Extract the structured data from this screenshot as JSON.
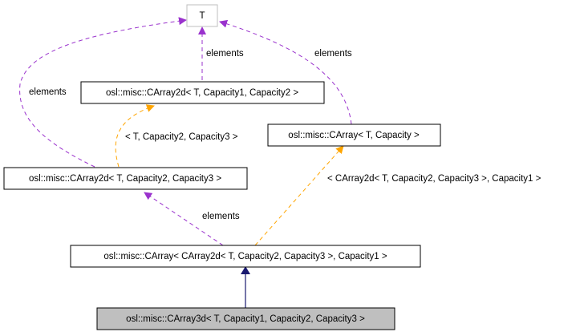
{
  "colors": {
    "purple_edge": "#9a32cd",
    "orange_edge": "#ffa500",
    "navy_edge": "#191970",
    "node_border": "#000000",
    "template_node_border": "#bfbfbf",
    "highlight_fill": "#bfbfbf"
  },
  "nodes": {
    "t": {
      "label": "T"
    },
    "carray2d_12": {
      "label": "osl::misc::CArray2d< T, Capacity1, Capacity2 >"
    },
    "carray": {
      "label": "osl::misc::CArray< T, Capacity >"
    },
    "carray2d_23": {
      "label": "osl::misc::CArray2d< T, Capacity2, Capacity3 >"
    },
    "carray_of_2d": {
      "label": "osl::misc::CArray< CArray2d< T, Capacity2, Capacity3 >, Capacity1 >"
    },
    "carray3d": {
      "label": "osl::misc::CArray3d< T, Capacity1, Capacity2, Capacity3 >"
    }
  },
  "edges": {
    "e_2d12_t": {
      "label": "elements",
      "type": "member"
    },
    "e_carray_t": {
      "label": "elements",
      "type": "member"
    },
    "e_2d23_t": {
      "label": "elements",
      "type": "member"
    },
    "e_2d23_2d12": {
      "label": "< T, Capacity2, Capacity3 >",
      "type": "template"
    },
    "e_ca2d_carray": {
      "label": "< CArray2d< T, Capacity2, Capacity3 >, Capacity1 >",
      "type": "template"
    },
    "e_ca2d_2d23": {
      "label": "elements",
      "type": "member"
    },
    "e_3d_ca2d": {
      "label": "",
      "type": "inheritance"
    }
  }
}
